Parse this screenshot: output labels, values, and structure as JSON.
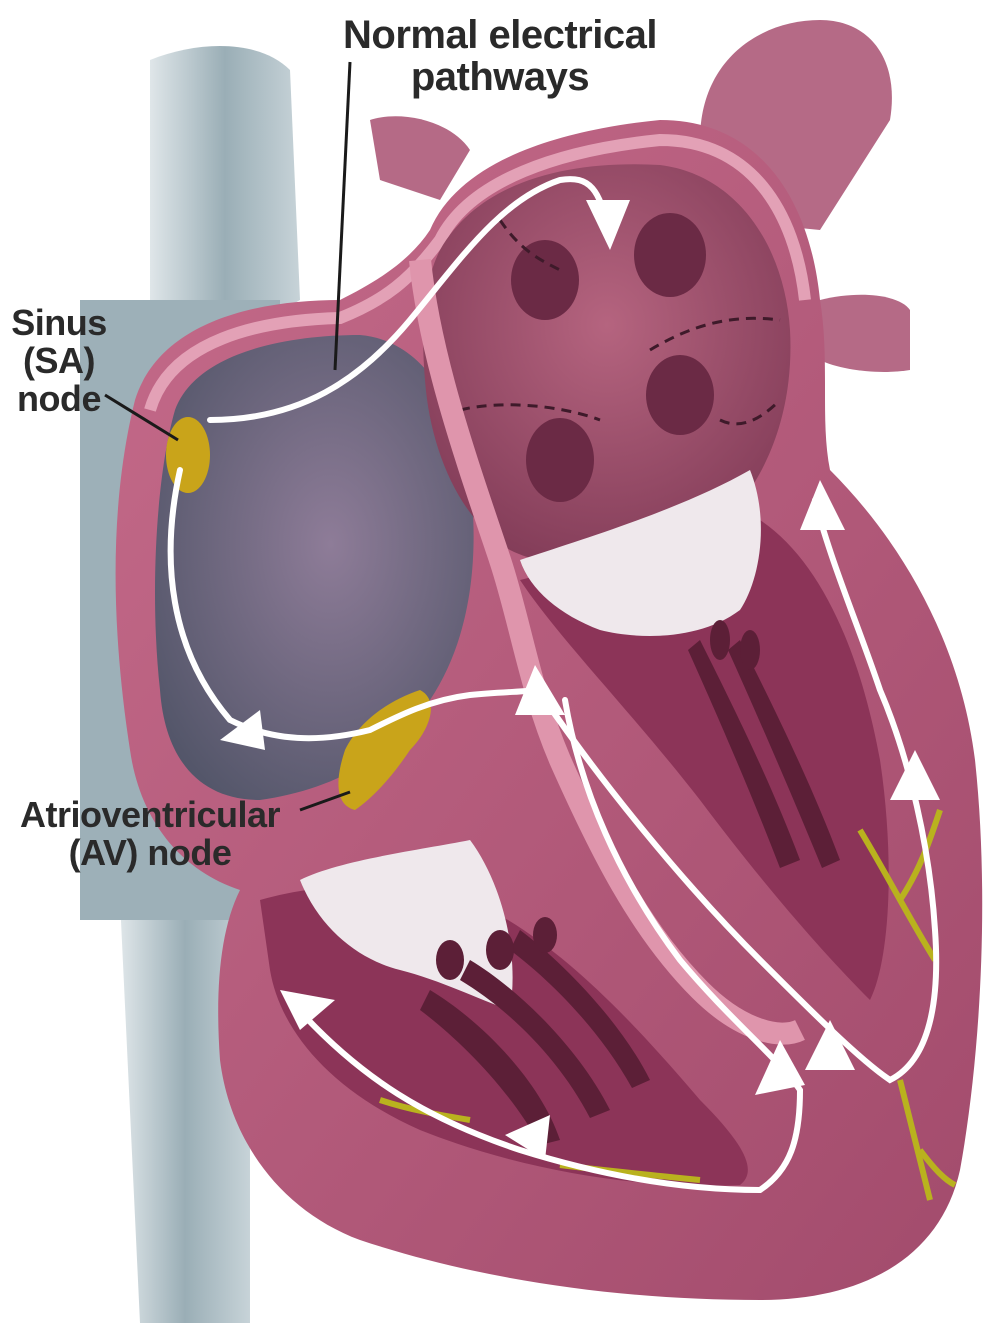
{
  "labels": {
    "normal_pathways": "Normal electrical pathways",
    "sa_line1": "Sinus",
    "sa_line2": "(SA)",
    "sa_line3": "node",
    "av_line1": "Atrioventricular",
    "av_line2": "(AV) node"
  },
  "colors": {
    "muscle": "#b6587a",
    "muscle_dark": "#7a2d4c",
    "wall_light": "#d98aa4",
    "chamber_right": "#6b6a86",
    "vein": "#8fa3ac",
    "valve": "#f2eef0",
    "node": "#c9a41a",
    "pathway": "#ffffff"
  }
}
